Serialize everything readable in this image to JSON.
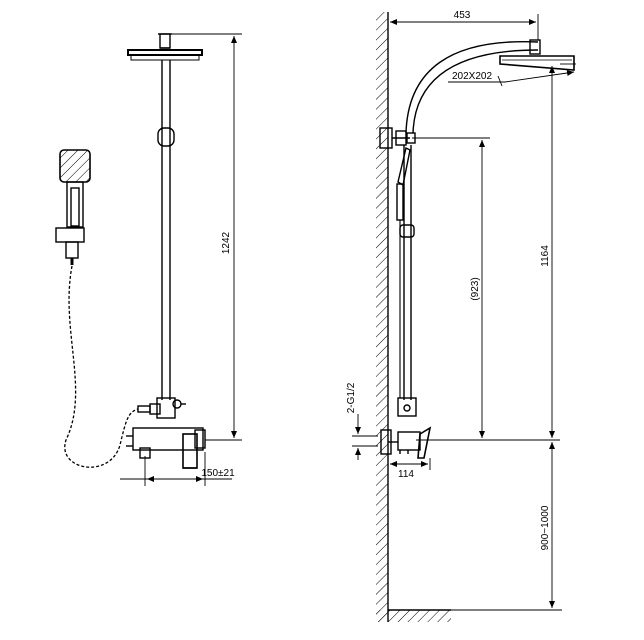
{
  "dimensions": {
    "total_height_front": "1242",
    "wall_offset_front": "150±21",
    "arm_reach": "453",
    "head_size": "202X202",
    "bar_center": "(923)",
    "head_height": "1164",
    "inlet_thread": "2-G1/2",
    "mixer_projection": "114",
    "install_height": "900~1000"
  },
  "colors": {
    "line": "#000000",
    "background": "#ffffff"
  }
}
